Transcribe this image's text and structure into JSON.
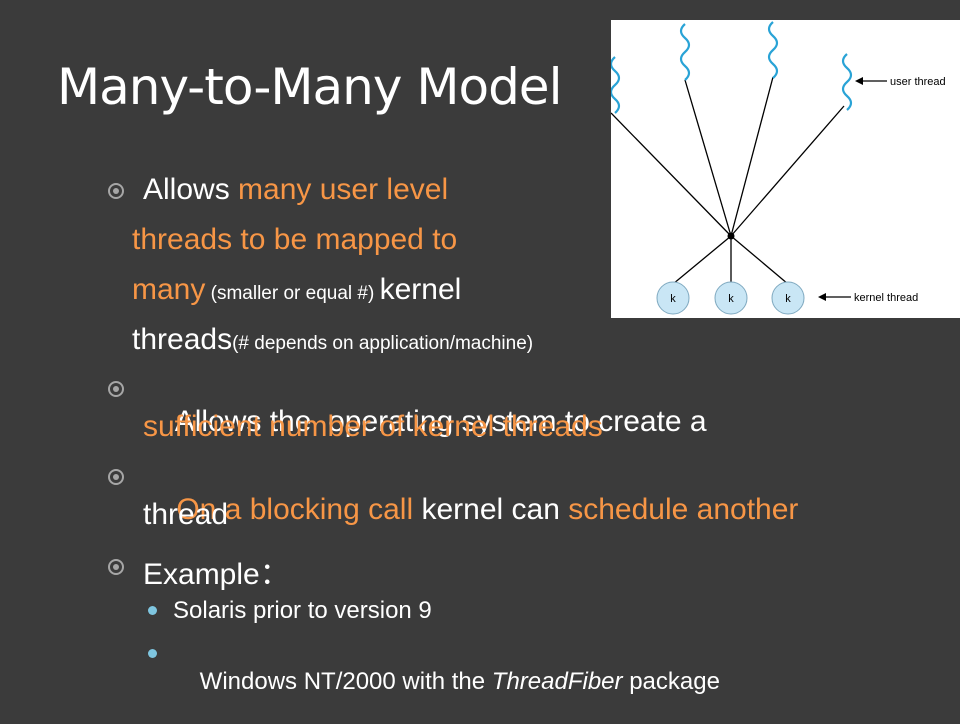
{
  "title": "Many-to-Many Model",
  "bullets": [
    {
      "lines": [
        [
          {
            "t": "Allows ",
            "hl": false
          },
          {
            "t": "many user level",
            "hl": true
          }
        ],
        [
          {
            "t": "threads to be mapped to",
            "hl": true
          }
        ],
        [
          {
            "t": "many",
            "hl": true
          },
          {
            "t": " (smaller or equal #) ",
            "small": true
          },
          {
            "t": "kernel",
            "hl": false
          }
        ],
        [
          {
            "t": "threads",
            "hl": false
          },
          {
            "t": "(# depends on application/machine)",
            "small": true
          }
        ]
      ]
    },
    {
      "lines": [
        [
          {
            "t": "Allows the  operating system to create a",
            "hl": false
          }
        ],
        [
          {
            "t": "sufficient number of kernel threads",
            "hl": true
          }
        ]
      ]
    },
    {
      "lines": [
        [
          {
            "t": "On a blocking call",
            "hl": true
          },
          {
            "t": " kernel can ",
            "hl": false
          },
          {
            "t": "schedule another",
            "hl": true
          }
        ],
        [
          {
            "t": "thread",
            "hl": false
          }
        ]
      ]
    },
    {
      "lines": [
        [
          {
            "t": "Example：",
            "hl": false
          }
        ]
      ]
    }
  ],
  "sub_bullets": [
    {
      "parts": [
        {
          "t": "Solaris prior to version 9"
        }
      ]
    },
    {
      "parts": [
        {
          "t": "Windows NT/2000 with the "
        },
        {
          "t": "ThreadFiber",
          "italic": true
        },
        {
          "t": " package"
        }
      ]
    }
  ],
  "diagram": {
    "user_thread_label": "user thread",
    "kernel_thread_label": "kernel thread",
    "kernel_nodes": [
      "k",
      "k",
      "k"
    ],
    "wavy_line_color": "#29a3d6",
    "kernel_node_fill": "#c9e6f5"
  },
  "colors": {
    "background": "#3b3b3b",
    "text": "#ffffff",
    "highlight": "#f79646",
    "bullet": "#a6a6a6",
    "sub_bullet": "#7fc6e0"
  }
}
